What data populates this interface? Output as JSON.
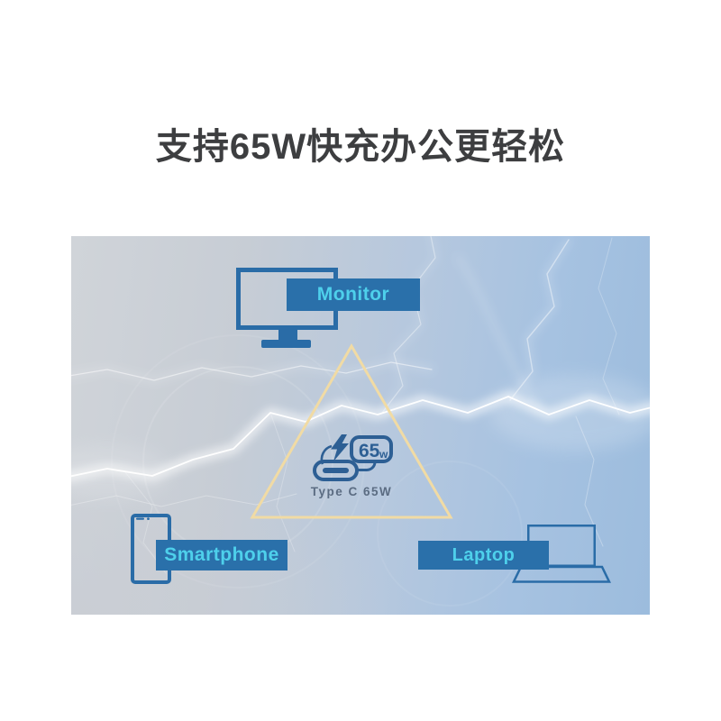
{
  "title": "支持65W快充办公更轻松",
  "scene": {
    "labels": {
      "monitor": "Monitor",
      "smartphone": "Smartphone",
      "laptop": "Laptop"
    },
    "center": {
      "badge_value": "65",
      "badge_unit": "w",
      "caption": "Type C 65W"
    },
    "colors": {
      "title_text": "#3d3e40",
      "label_background": "#2a70aa",
      "label_text": "#4ed0eb",
      "device_outline": "#2a6ca7",
      "charge_icon": "#2d5f94",
      "triangle_outline": "#f1dba4",
      "caption_text": "#5b6c82",
      "panel_background_top_left": "#d0d4d9",
      "panel_background_bottom_right": "#9cbcdd",
      "lightning": "#ffffff"
    }
  }
}
